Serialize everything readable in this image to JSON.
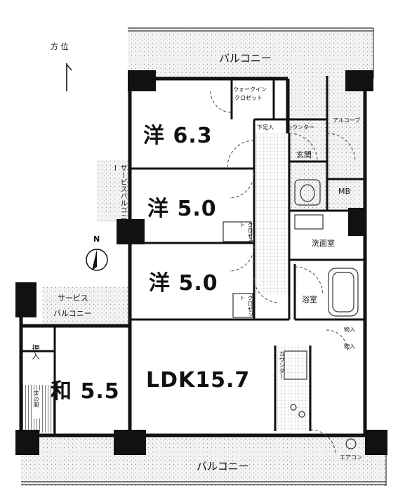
{
  "compass": {
    "heading": "方 位",
    "north": "N"
  },
  "balcony_top": "バルコニー",
  "balcony_bottom": "バルコニー",
  "service_balcony_side": "サービスバルコニー",
  "service_balcony_left": [
    "サービス",
    "バルコニー"
  ],
  "rooms": {
    "west1": "洋 6.3",
    "west2": "洋 5.0",
    "west3": "洋 5.0",
    "japanese": "和 5.5",
    "ldk": "LDK15.7"
  },
  "labels": {
    "walkin": "ウォークイン",
    "walkin2": "クロゼット",
    "shoebox": "下足入",
    "counter": "カウンター",
    "entrance": "玄関",
    "alcove": "アルコーブ",
    "mb": "MB",
    "washroom": "洗面室",
    "bath": "浴室",
    "storage1": "物入",
    "storage2": "物入",
    "closet1": "クロゼット",
    "closet2": "クロゼット",
    "oshiire": "押入",
    "tokonoma": "床の間",
    "kitchen_counter": "カウンター",
    "planter": "エアコン"
  }
}
